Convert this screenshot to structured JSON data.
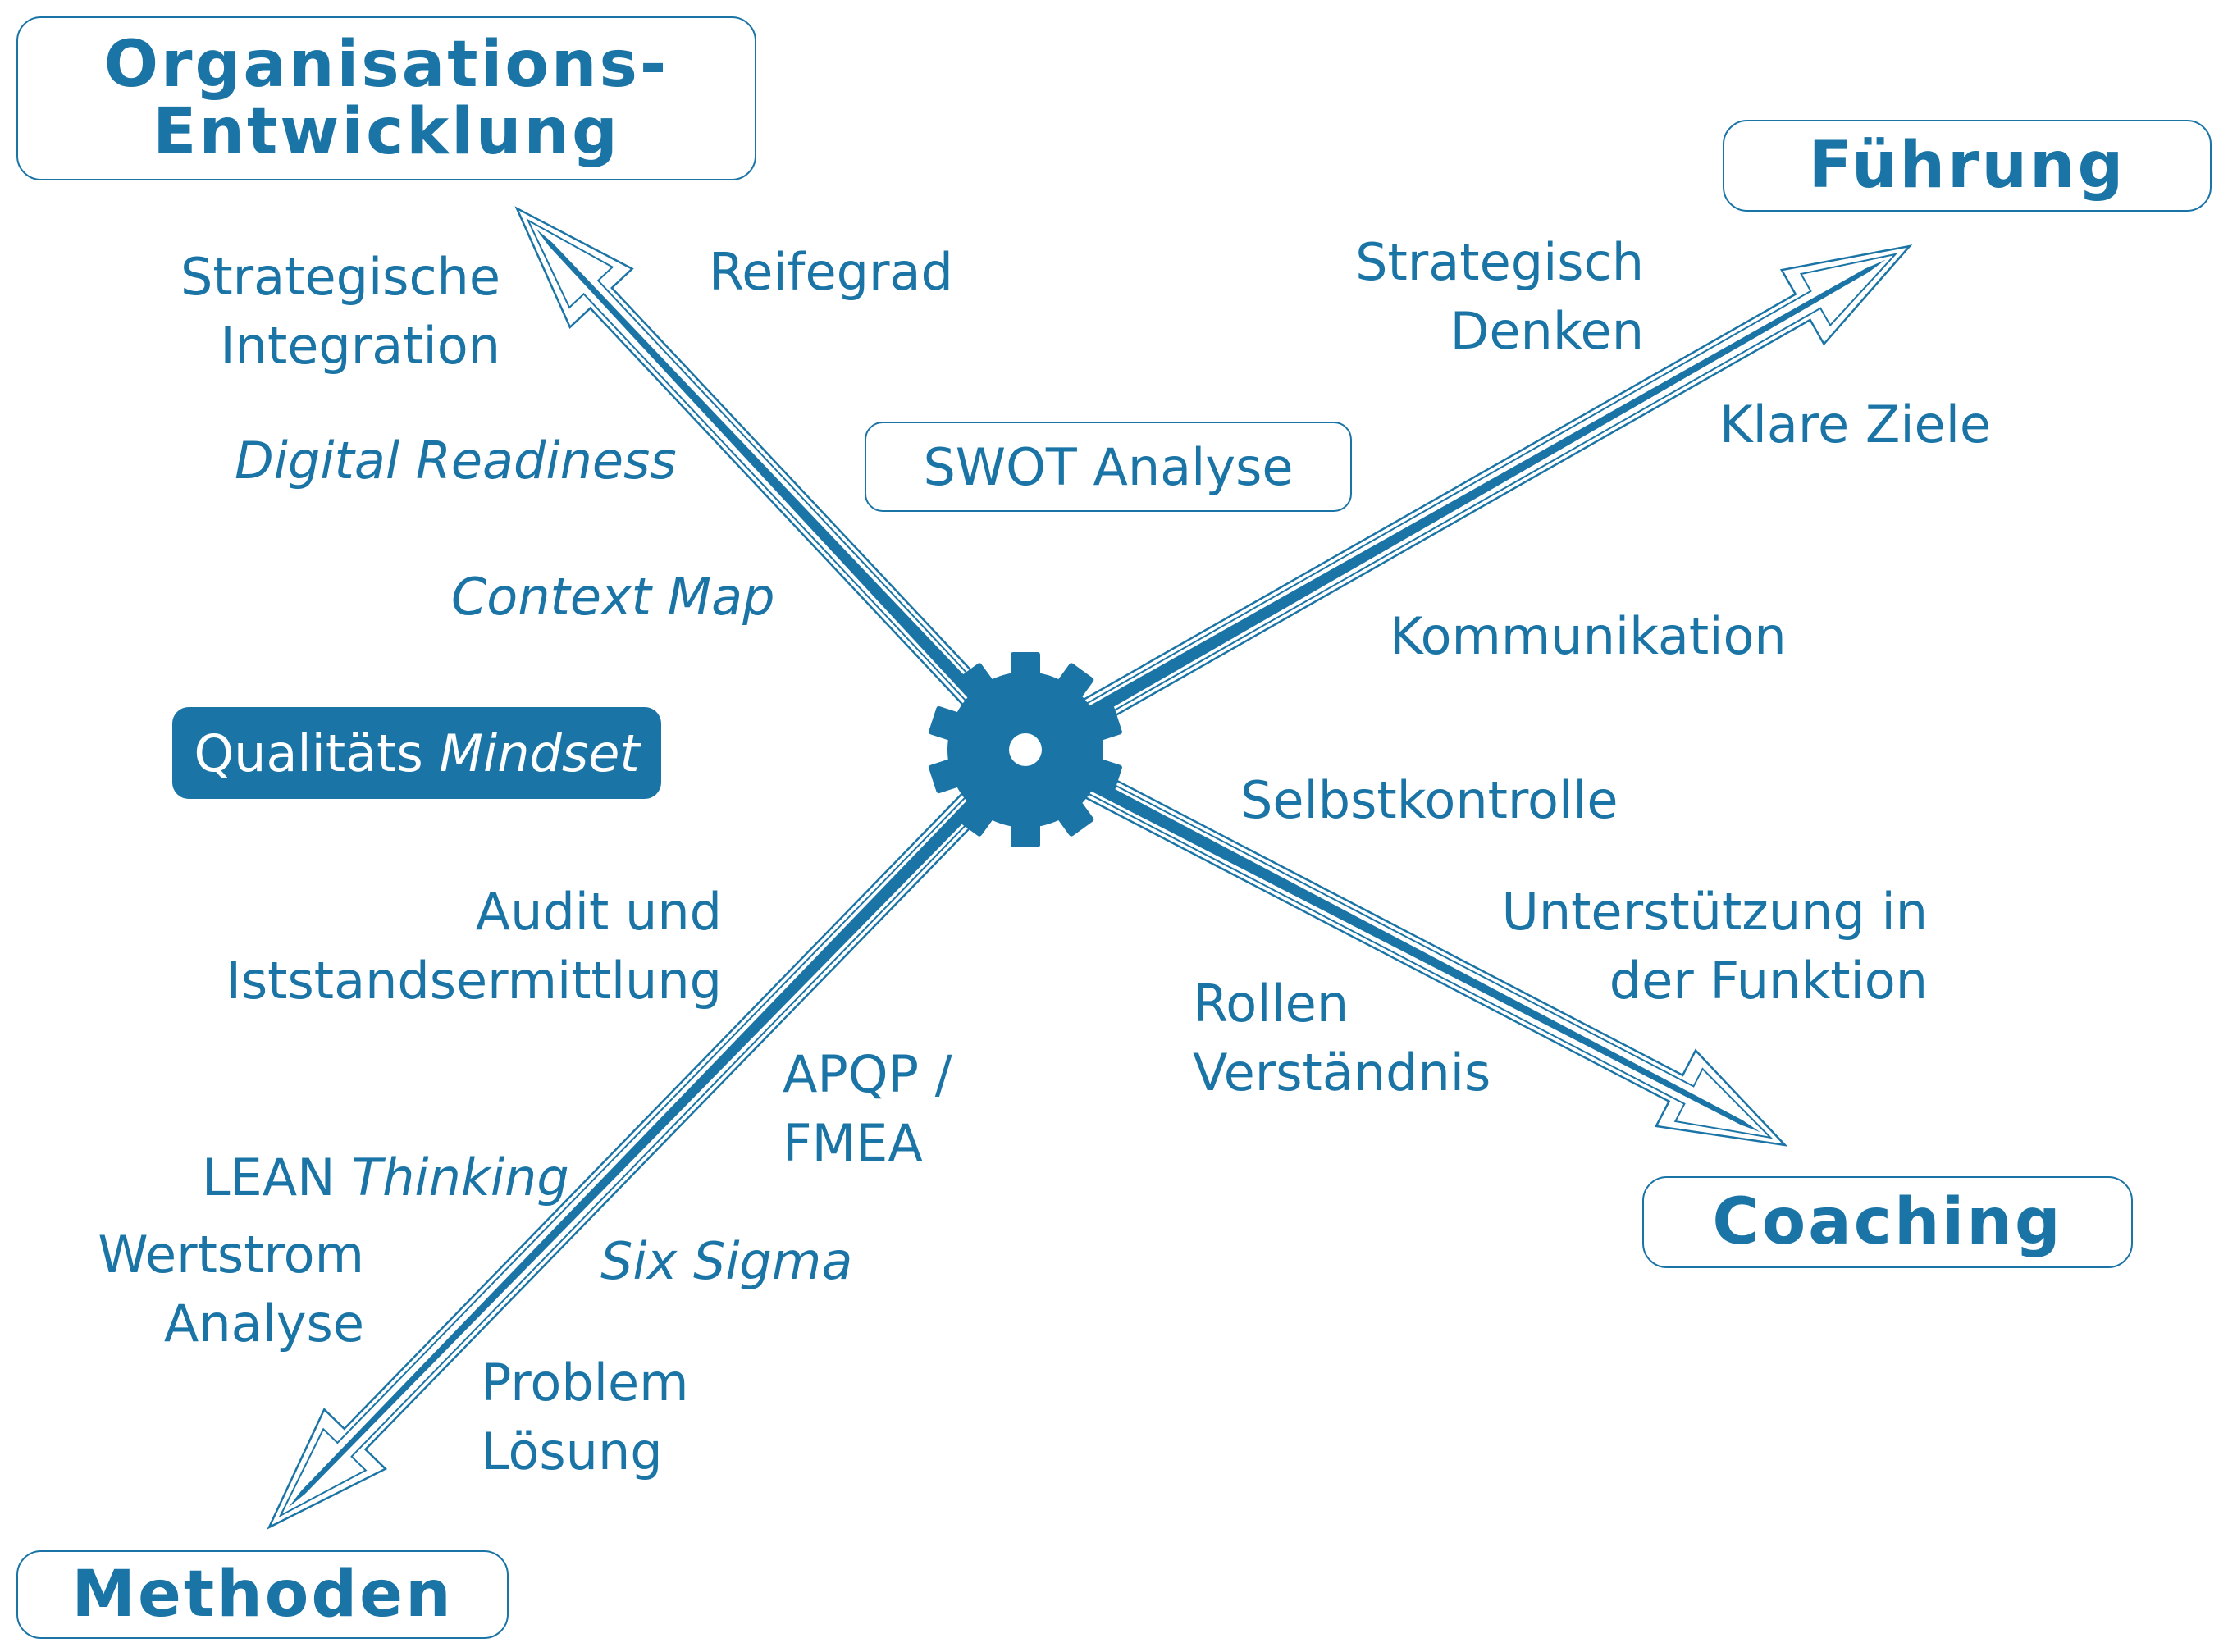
{
  "colors": {
    "accent": "#1a74a6",
    "background": "#ffffff"
  },
  "hub": {
    "icon": "gear-icon"
  },
  "corners": {
    "organisation": "Organisations-\nEntwicklung",
    "fuehrung": "Führung",
    "methoden": "Methoden",
    "coaching": "Coaching"
  },
  "labels": {
    "strategische_integration": "Strategische\nIntegration",
    "reifegrad": "Reifegrad",
    "digital_readiness": "Digital Readiness",
    "context_map": "Context Map",
    "swot": "SWOT Analyse",
    "qualitaets": "Qualitäts",
    "mindset": "Mindset",
    "strategisch_denken": "Strategisch\nDenken",
    "klare_ziele": "Klare Ziele",
    "kommunikation": "Kommunikation",
    "selbstkontrolle": "Selbstkontrolle",
    "unterstuetzung": "Unterstützung in\nder Funktion",
    "rollen": "Rollen\nVerständnis",
    "audit": "Audit und\nIststandsermittlung",
    "lean": "LEAN",
    "thinking": "Thinking",
    "apqp": "APQP /\nFMEA",
    "six_sigma": "Six Sigma",
    "wertstrom": "Wertstrom\nAnalyse",
    "problem": "Problem\nLösung"
  }
}
